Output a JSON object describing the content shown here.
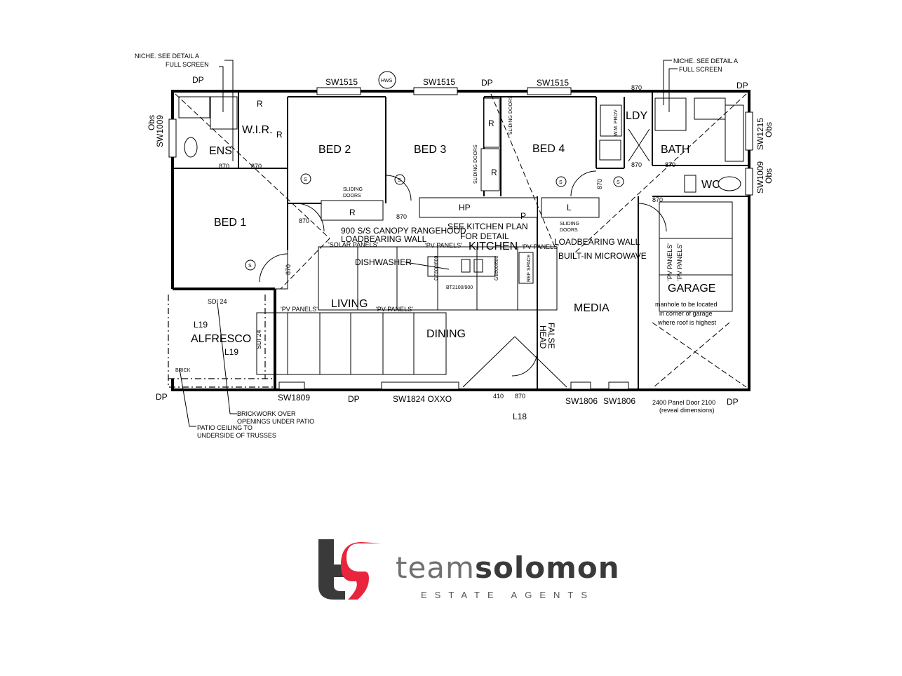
{
  "rooms": {
    "bed1": "BED 1",
    "bed2": "BED 2",
    "bed3": "BED 3",
    "bed4": "BED 4",
    "ens": "ENS",
    "wir": "W.I.R.",
    "ldy": "LDY",
    "bath": "BATH",
    "wc": "WC",
    "kitchen": "KITCHEN",
    "living": "LIVING",
    "dining": "DINING",
    "media": "MEDIA",
    "garage": "GARAGE",
    "alfresco": "ALFRESCO"
  },
  "windows": {
    "sw1515": "SW1515",
    "sw1009": "SW1009",
    "sw1215": "SW1215",
    "sw1809": "SW1809",
    "sw1824": "SW1824 OXXO",
    "sw1806": "SW1806",
    "obs": "Obs",
    "sdi24": "SDI 24"
  },
  "labels": {
    "dp": "DP",
    "hws": "HWS",
    "d870": "870",
    "d410": "410",
    "l19": "L19",
    "l18": "L18",
    "niche": "NICHE. SEE DETAIL A",
    "full_screen": "FULL SCREEN",
    "sliding_doors": "SLIDING DOORS",
    "sliding": "SLIDING",
    "doors": "DOORS",
    "rangehood": "900 S/S CANOPY RANGEHOOD",
    "loadbearing": "LOADBEARING WALL",
    "solar_panels": "'SOLAR PANELS'",
    "pv_panels": "'PV PANELS'",
    "see_kitchen": "SEE KITCHEN PLAN",
    "for_detail": "FOR DETAIL",
    "dishwasher": "DISHWASHER",
    "microwave": "BUILT-IN MICROWAVE",
    "false": "FALSE",
    "head": "HEAD",
    "manhole_1": "manhole to be located",
    "manhole_2": "in corner of garage",
    "manhole_3": "where roof is highest",
    "panel_door": "2400 Panel Door 2100",
    "reveal": "(reveal dimensions)",
    "brickwork_1": "BRICKWORK OVER",
    "brickwork_2": "OPENINGS UNDER PATIO",
    "patio_1": "PATIO CEILING TO",
    "patio_2": "UNDERSIDE OF TRUSSES",
    "brick": "BRICK",
    "wm_prov": "W.M. PROV",
    "r": "R",
    "l": "L",
    "p": "P",
    "hp": "HP",
    "s": "S",
    "ref_space": "REF SPACE",
    "bt": "BT2100/900",
    "ge": "GE600/600"
  },
  "logo": {
    "brand_light": "team",
    "brand_bold": "solomon",
    "tagline": "ESTATE AGENTS",
    "colors": {
      "dark": "#3a3a3a",
      "accent": "#e8253c",
      "grey": "#707070"
    }
  }
}
